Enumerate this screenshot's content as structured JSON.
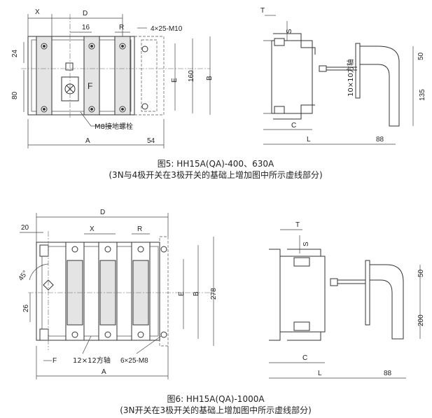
{
  "figure5": {
    "caption_line1": "图5: HH15A(QA)-400、630A",
    "caption_line2": "(3N与4极开关在3极开关的基础上增加图中所示虚线部分)",
    "labels": {
      "X": "X",
      "D": "D",
      "d16": "16",
      "R": "R",
      "holes": "4×25-M10",
      "d24": "24",
      "d80": "80",
      "E": "E",
      "d160": "160",
      "B": "B",
      "F": "F",
      "ground": "M8接地螺栓",
      "A": "A",
      "d54": "54",
      "T": "T",
      "S": "S",
      "shaft": "10×10方轴",
      "C": "C",
      "L": "L",
      "d88": "88",
      "d50": "50",
      "d135": "135"
    }
  },
  "figure6": {
    "caption_line1": "图6: HH15A(QA)-1000A",
    "caption_line2": "(3N开关在3极开关的基础上增加图中所示虚线部分)",
    "labels": {
      "D": "D",
      "d20": "20",
      "X": "X",
      "R": "R",
      "angle": "45°",
      "d26": "26",
      "E": "E",
      "B": "B",
      "d278": "278",
      "F": "F",
      "shaft": "12×12方轴",
      "holes": "6×25-M8",
      "A": "A",
      "T": "T",
      "S": "S",
      "C": "C",
      "L": "L",
      "d88": "88",
      "d50": "50",
      "d200": "200"
    }
  }
}
